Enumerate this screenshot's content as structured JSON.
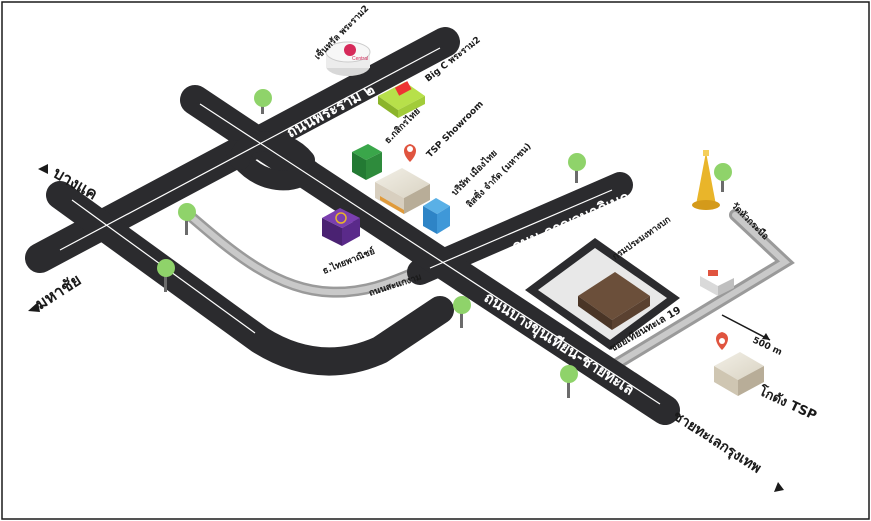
{
  "directions": {
    "bang_khae": "บางแค",
    "maha_chai": "มหาชัย",
    "chaitalay": "ชายทะเลกรุงเทพ"
  },
  "roads": {
    "rama2": "ถนนพระราม ๒",
    "kanchanaphisek": "ถนน กาญจนาภิเษก",
    "bangkhunthian": "ถนนบางขุนเทียน-ชายทะเล",
    "samae_dam": "ถนนสะแกงาม",
    "soi_19": "ซอยเทียนทะเล 19"
  },
  "places": {
    "central": "เซ็นทรัล พระราม2",
    "central_logo": "Central",
    "bigc": "Big C พระราม2",
    "kasikorn": "ธ.กสิกรไทย",
    "tsp_showroom": "TSP Showroom",
    "company": "บริษัท เมืองไทย",
    "company2": "ลิสซิ่ง จำกัด (มหาชน)",
    "scb": "ธ.ไทยพาณิชย์",
    "fisheries": "กรมประมงทางบก",
    "wat": "วัดหัวกระบือ",
    "warehouse": "โกดัง TSP",
    "distance": "500 m"
  },
  "colors": {
    "road": "#2b2b2e",
    "secondary_road": "#9a9a9a",
    "tree": "#8fd36a",
    "pin": "#e0543f",
    "pagoda": "#e9b52a",
    "scb_purple": "#5a2a8a",
    "kbank_green": "#2e8b3c",
    "bigc_lime": "#9acd32"
  }
}
